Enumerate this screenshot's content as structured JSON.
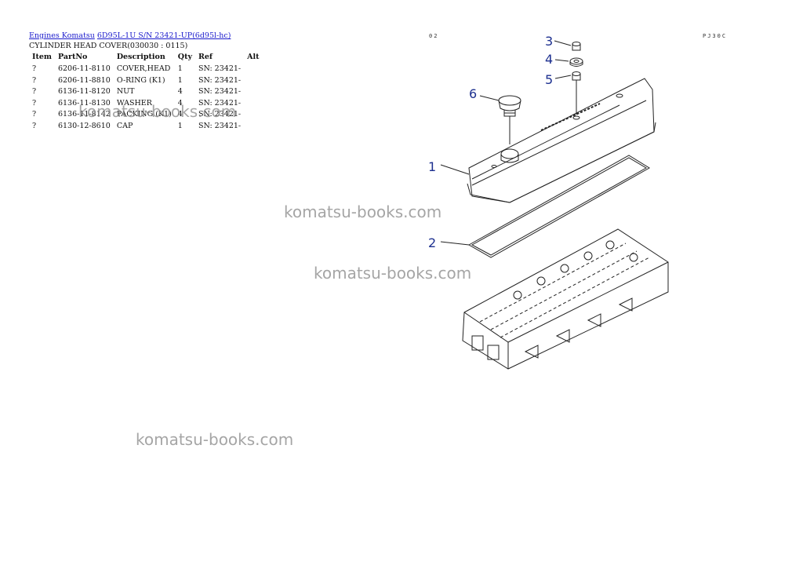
{
  "breadcrumb": {
    "link1": "Engines Komatsu",
    "link2": "6D95L-1U S/N 23421-UP(6d95l-hc)"
  },
  "subtitle": "CYLINDER HEAD COVER(030030 : 0115)",
  "table": {
    "headers": [
      "Item",
      "PartNo",
      "Description",
      "Qty",
      "Ref",
      "Alt"
    ],
    "rows": [
      [
        "?",
        "6206-11-8110",
        "COVER,HEAD",
        "1",
        "SN: 23421-",
        ""
      ],
      [
        "?",
        "6206-11-8810",
        "O-RING (K1)",
        "1",
        "SN: 23421-",
        ""
      ],
      [
        "?",
        "6136-11-8120",
        "NUT",
        "4",
        "SN: 23421-",
        ""
      ],
      [
        "?",
        "6136-11-8130",
        "WASHER",
        "4",
        "SN: 23421-",
        ""
      ],
      [
        "?",
        "6136-11-8142",
        "PACKING (K1)",
        "4",
        "SN: 23421-",
        ""
      ],
      [
        "?",
        "6130-12-8610",
        "CAP",
        "1",
        "SN: 23421-",
        ""
      ]
    ]
  },
  "figure_codes": {
    "left": "02",
    "right": "PJ30C"
  },
  "watermark": "komatsu-books.com",
  "callouts": [
    "1",
    "2",
    "3",
    "4",
    "5",
    "6"
  ],
  "colors": {
    "link": "#1a1acc",
    "callout": "#1c2f8f",
    "watermark": "#888888"
  }
}
